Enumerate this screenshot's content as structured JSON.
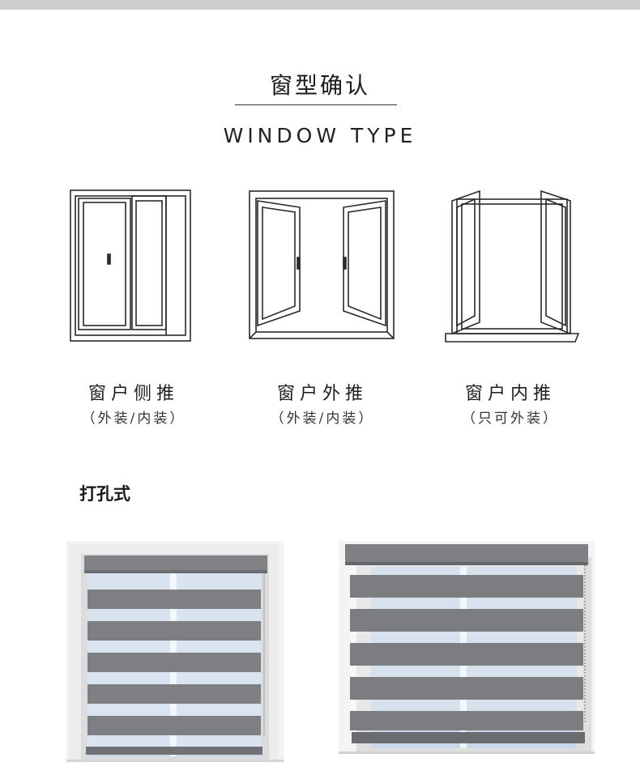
{
  "page": {
    "title": "窗型确认",
    "subtitle": "WINDOW TYPE"
  },
  "window_types": [
    {
      "label": "窗户侧推",
      "note": "（外装/内装）",
      "icon": "sliding-window-icon"
    },
    {
      "label": "窗户外推",
      "note": "（外装/内装）",
      "icon": "outward-casement-window-icon"
    },
    {
      "label": "窗户内推",
      "note": "（只可外装）",
      "icon": "inward-casement-window-icon"
    }
  ],
  "mount_section": {
    "title": "打孔式"
  },
  "colors": {
    "blind_gray": "#7d7f82",
    "blind_sheer": "#e4e5e7",
    "sky_blue": "#a9c1dc",
    "line": "#2a2a2a"
  }
}
